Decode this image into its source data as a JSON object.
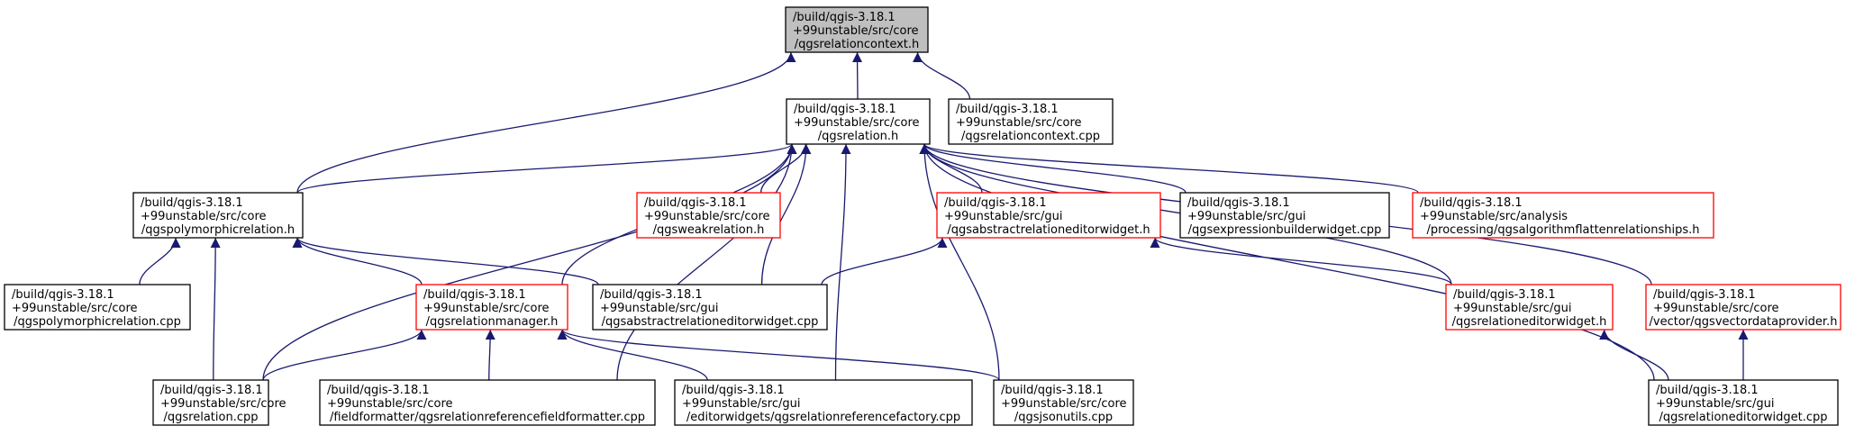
{
  "colors": {
    "edge": "#191970",
    "border_black": "#000000",
    "border_red": "#ff0000",
    "focus_fill": "#bfbfbf",
    "node_fill": "#ffffff"
  },
  "nodes": [
    {
      "id": "qgsrelationcontext_h",
      "lines": [
        "/build/qgis-3.18.1",
        "+99unstable/src/core",
        "/qgsrelationcontext.h"
      ],
      "style": "focus"
    },
    {
      "id": "qgsrelation_h",
      "lines": [
        "/build/qgis-3.18.1",
        "+99unstable/src/core",
        "/qgsrelation.h"
      ],
      "style": "black"
    },
    {
      "id": "qgsrelationcontext_cpp",
      "lines": [
        "/build/qgis-3.18.1",
        "+99unstable/src/core",
        "/qgsrelationcontext.cpp"
      ],
      "style": "black"
    },
    {
      "id": "qgspolymorphicrelation_h",
      "lines": [
        "/build/qgis-3.18.1",
        "+99unstable/src/core",
        "/qgspolymorphicrelation.h"
      ],
      "style": "black"
    },
    {
      "id": "qgsweakrelation_h",
      "lines": [
        "/build/qgis-3.18.1",
        "+99unstable/src/core",
        "/qgsweakrelation.h"
      ],
      "style": "red"
    },
    {
      "id": "qgsabstractrelationeditorwidget_h",
      "lines": [
        "/build/qgis-3.18.1",
        "+99unstable/src/gui",
        "/qgsabstractrelationeditorwidget.h"
      ],
      "style": "red"
    },
    {
      "id": "qgsexpressionbuilderwidget_cpp",
      "lines": [
        "/build/qgis-3.18.1",
        "+99unstable/src/gui",
        "/qgsexpressionbuilderwidget.cpp"
      ],
      "style": "black"
    },
    {
      "id": "qgsalgorithmflattenrelationships_h",
      "lines": [
        "/build/qgis-3.18.1",
        "+99unstable/src/analysis",
        "/processing/qgsalgorithmflattenrelationships.h"
      ],
      "style": "red"
    },
    {
      "id": "qgspolymorphicrelation_cpp",
      "lines": [
        "/build/qgis-3.18.1",
        "+99unstable/src/core",
        "/qgspolymorphicrelation.cpp"
      ],
      "style": "black"
    },
    {
      "id": "qgsrelationmanager_h",
      "lines": [
        "/build/qgis-3.18.1",
        "+99unstable/src/core",
        "/qgsrelationmanager.h"
      ],
      "style": "red"
    },
    {
      "id": "qgsabstractrelationeditorwidget_cpp",
      "lines": [
        "/build/qgis-3.18.1",
        "+99unstable/src/gui",
        "/qgsabstractrelationeditorwidget.cpp"
      ],
      "style": "black"
    },
    {
      "id": "qgsrelationeditorwidget_h",
      "lines": [
        "/build/qgis-3.18.1",
        "+99unstable/src/gui",
        "/qgsrelationeditorwidget.h"
      ],
      "style": "red"
    },
    {
      "id": "qgsvectordataprovider_h",
      "lines": [
        "/build/qgis-3.18.1",
        "+99unstable/src/core",
        "/vector/qgsvectordataprovider.h"
      ],
      "style": "red"
    },
    {
      "id": "qgsrelation_cpp",
      "lines": [
        "/build/qgis-3.18.1",
        "+99unstable/src/core",
        "/qgsrelation.cpp"
      ],
      "style": "black"
    },
    {
      "id": "qgsrelationreferencefieldformatter_cpp",
      "lines": [
        "/build/qgis-3.18.1",
        "+99unstable/src/core",
        "/fieldformatter/qgsrelationreferencefieldformatter.cpp"
      ],
      "style": "black"
    },
    {
      "id": "qgsrelationreferencefactory_cpp",
      "lines": [
        "/build/qgis-3.18.1",
        "+99unstable/src/gui",
        "/editorwidgets/qgsrelationreferencefactory.cpp"
      ],
      "style": "black"
    },
    {
      "id": "qgsjsonutils_cpp",
      "lines": [
        "/build/qgis-3.18.1",
        "+99unstable/src/core",
        "/qgsjsonutils.cpp"
      ],
      "style": "black"
    },
    {
      "id": "qgsrelationeditorwidget_cpp",
      "lines": [
        "/build/qgis-3.18.1",
        "+99unstable/src/gui",
        "/qgsrelationeditorwidget.cpp"
      ],
      "style": "black"
    }
  ],
  "edges": [
    {
      "from": "qgsrelation_h",
      "to": "qgsrelationcontext_h"
    },
    {
      "from": "qgsrelationcontext_cpp",
      "to": "qgsrelationcontext_h"
    },
    {
      "from": "qgspolymorphicrelation_h",
      "to": "qgsrelationcontext_h"
    },
    {
      "from": "qgspolymorphicrelation_h",
      "to": "qgsrelation_h"
    },
    {
      "from": "qgsweakrelation_h",
      "to": "qgsrelation_h"
    },
    {
      "from": "qgsabstractrelationeditorwidget_h",
      "to": "qgsrelation_h"
    },
    {
      "from": "qgsexpressionbuilderwidget_cpp",
      "to": "qgsrelation_h"
    },
    {
      "from": "qgsalgorithmflattenrelationships_h",
      "to": "qgsrelation_h"
    },
    {
      "from": "qgsrelationmanager_h",
      "to": "qgsrelation_h"
    },
    {
      "from": "qgsabstractrelationeditorwidget_cpp",
      "to": "qgsrelation_h"
    },
    {
      "from": "qgsrelationeditorwidget_h",
      "to": "qgsrelation_h"
    },
    {
      "from": "qgsvectordataprovider_h",
      "to": "qgsrelation_h"
    },
    {
      "from": "qgsrelation_cpp",
      "to": "qgsrelation_h"
    },
    {
      "from": "qgsrelationreferencefieldformatter_cpp",
      "to": "qgsrelation_h"
    },
    {
      "from": "qgsrelationreferencefactory_cpp",
      "to": "qgsrelation_h"
    },
    {
      "from": "qgsjsonutils_cpp",
      "to": "qgsrelation_h"
    },
    {
      "from": "qgsrelationeditorwidget_cpp",
      "to": "qgsrelation_h"
    },
    {
      "from": "qgspolymorphicrelation_cpp",
      "to": "qgspolymorphicrelation_h"
    },
    {
      "from": "qgsrelationmanager_h",
      "to": "qgspolymorphicrelation_h"
    },
    {
      "from": "qgsabstractrelationeditorwidget_cpp",
      "to": "qgspolymorphicrelation_h"
    },
    {
      "from": "qgsrelation_cpp",
      "to": "qgspolymorphicrelation_h"
    },
    {
      "from": "qgsabstractrelationeditorwidget_cpp",
      "to": "qgsabstractrelationeditorwidget_h"
    },
    {
      "from": "qgsrelationeditorwidget_h",
      "to": "qgsabstractrelationeditorwidget_h"
    },
    {
      "from": "qgsrelation_cpp",
      "to": "qgsrelationmanager_h"
    },
    {
      "from": "qgsrelationreferencefieldformatter_cpp",
      "to": "qgsrelationmanager_h"
    },
    {
      "from": "qgsrelationreferencefactory_cpp",
      "to": "qgsrelationmanager_h"
    },
    {
      "from": "qgsjsonutils_cpp",
      "to": "qgsrelationmanager_h"
    },
    {
      "from": "qgsrelationeditorwidget_cpp",
      "to": "qgsrelationeditorwidget_h"
    },
    {
      "from": "qgsrelationeditorwidget_cpp",
      "to": "qgsvectordataprovider_h"
    }
  ]
}
